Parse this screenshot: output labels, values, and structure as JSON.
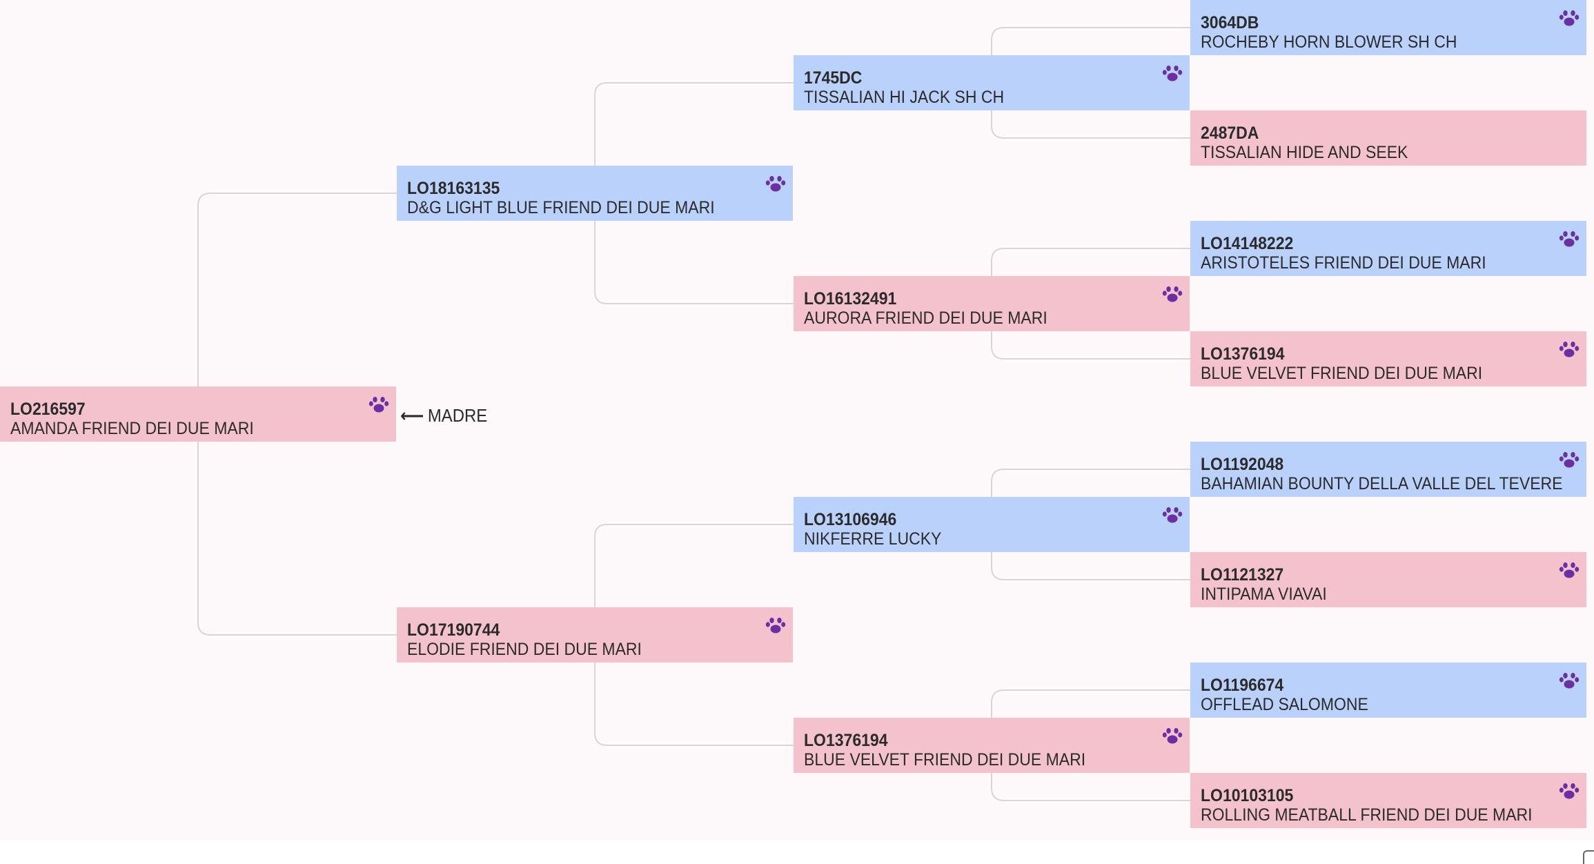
{
  "colors": {
    "male": "#b9d1fb",
    "female": "#f4c2cc",
    "paw": "#6b2fa3",
    "connector": "#d9d5d6",
    "background": "#fdf8f9"
  },
  "dam_label": {
    "arrow": "⟵",
    "text": "MADRE"
  },
  "pedigree": {
    "root": {
      "reg": "LO216597",
      "name": "AMANDA FRIEND DEI DUE MARI",
      "sex": "female",
      "icon": "paw-icon"
    },
    "gen1": [
      {
        "reg": "LO18163135",
        "name": "D&G LIGHT BLUE FRIEND DEI DUE MARI",
        "sex": "male",
        "icon": "paw-icon"
      },
      {
        "reg": "LO17190744",
        "name": "ELODIE FRIEND DEI DUE MARI",
        "sex": "female",
        "icon": "paw-icon"
      }
    ],
    "gen2": [
      {
        "reg": "1745DC",
        "name": "TISSALIAN HI JACK SH CH",
        "sex": "male",
        "icon": "paw-icon"
      },
      {
        "reg": "LO16132491",
        "name": "AURORA FRIEND DEI DUE MARI",
        "sex": "female",
        "icon": "paw-icon"
      },
      {
        "reg": "LO13106946",
        "name": "NIKFERRE LUCKY",
        "sex": "male",
        "icon": "paw-icon"
      },
      {
        "reg": "LO1376194",
        "name": "BLUE VELVET FRIEND DEI DUE MARI",
        "sex": "female",
        "icon": "paw-icon"
      }
    ],
    "gen3": [
      {
        "reg": "3064DB",
        "name": "ROCHEBY HORN BLOWER SH CH",
        "sex": "male",
        "icon": "paw-icon"
      },
      {
        "reg": "2487DA",
        "name": "TISSALIAN HIDE AND SEEK",
        "sex": "female",
        "icon": ""
      },
      {
        "reg": "LO14148222",
        "name": "ARISTOTELES FRIEND DEI DUE MARI",
        "sex": "male",
        "icon": "paw-icon"
      },
      {
        "reg": "LO1376194",
        "name": "BLUE VELVET FRIEND DEI DUE MARI",
        "sex": "female",
        "icon": "paw-icon"
      },
      {
        "reg": "LO1192048",
        "name": "BAHAMIAN BOUNTY DELLA VALLE DEL TEVERE",
        "sex": "male",
        "icon": "paw-icon"
      },
      {
        "reg": "LO1121327",
        "name": "INTIPAMA VIAVAI",
        "sex": "female",
        "icon": "paw-icon"
      },
      {
        "reg": "LO1196674",
        "name": "OFFLEAD SALOMONE",
        "sex": "male",
        "icon": "paw-icon"
      },
      {
        "reg": "LO10103105",
        "name": "ROLLING MEATBALL FRIEND DEI DUE MARI",
        "sex": "female",
        "icon": "paw-icon"
      }
    ]
  }
}
